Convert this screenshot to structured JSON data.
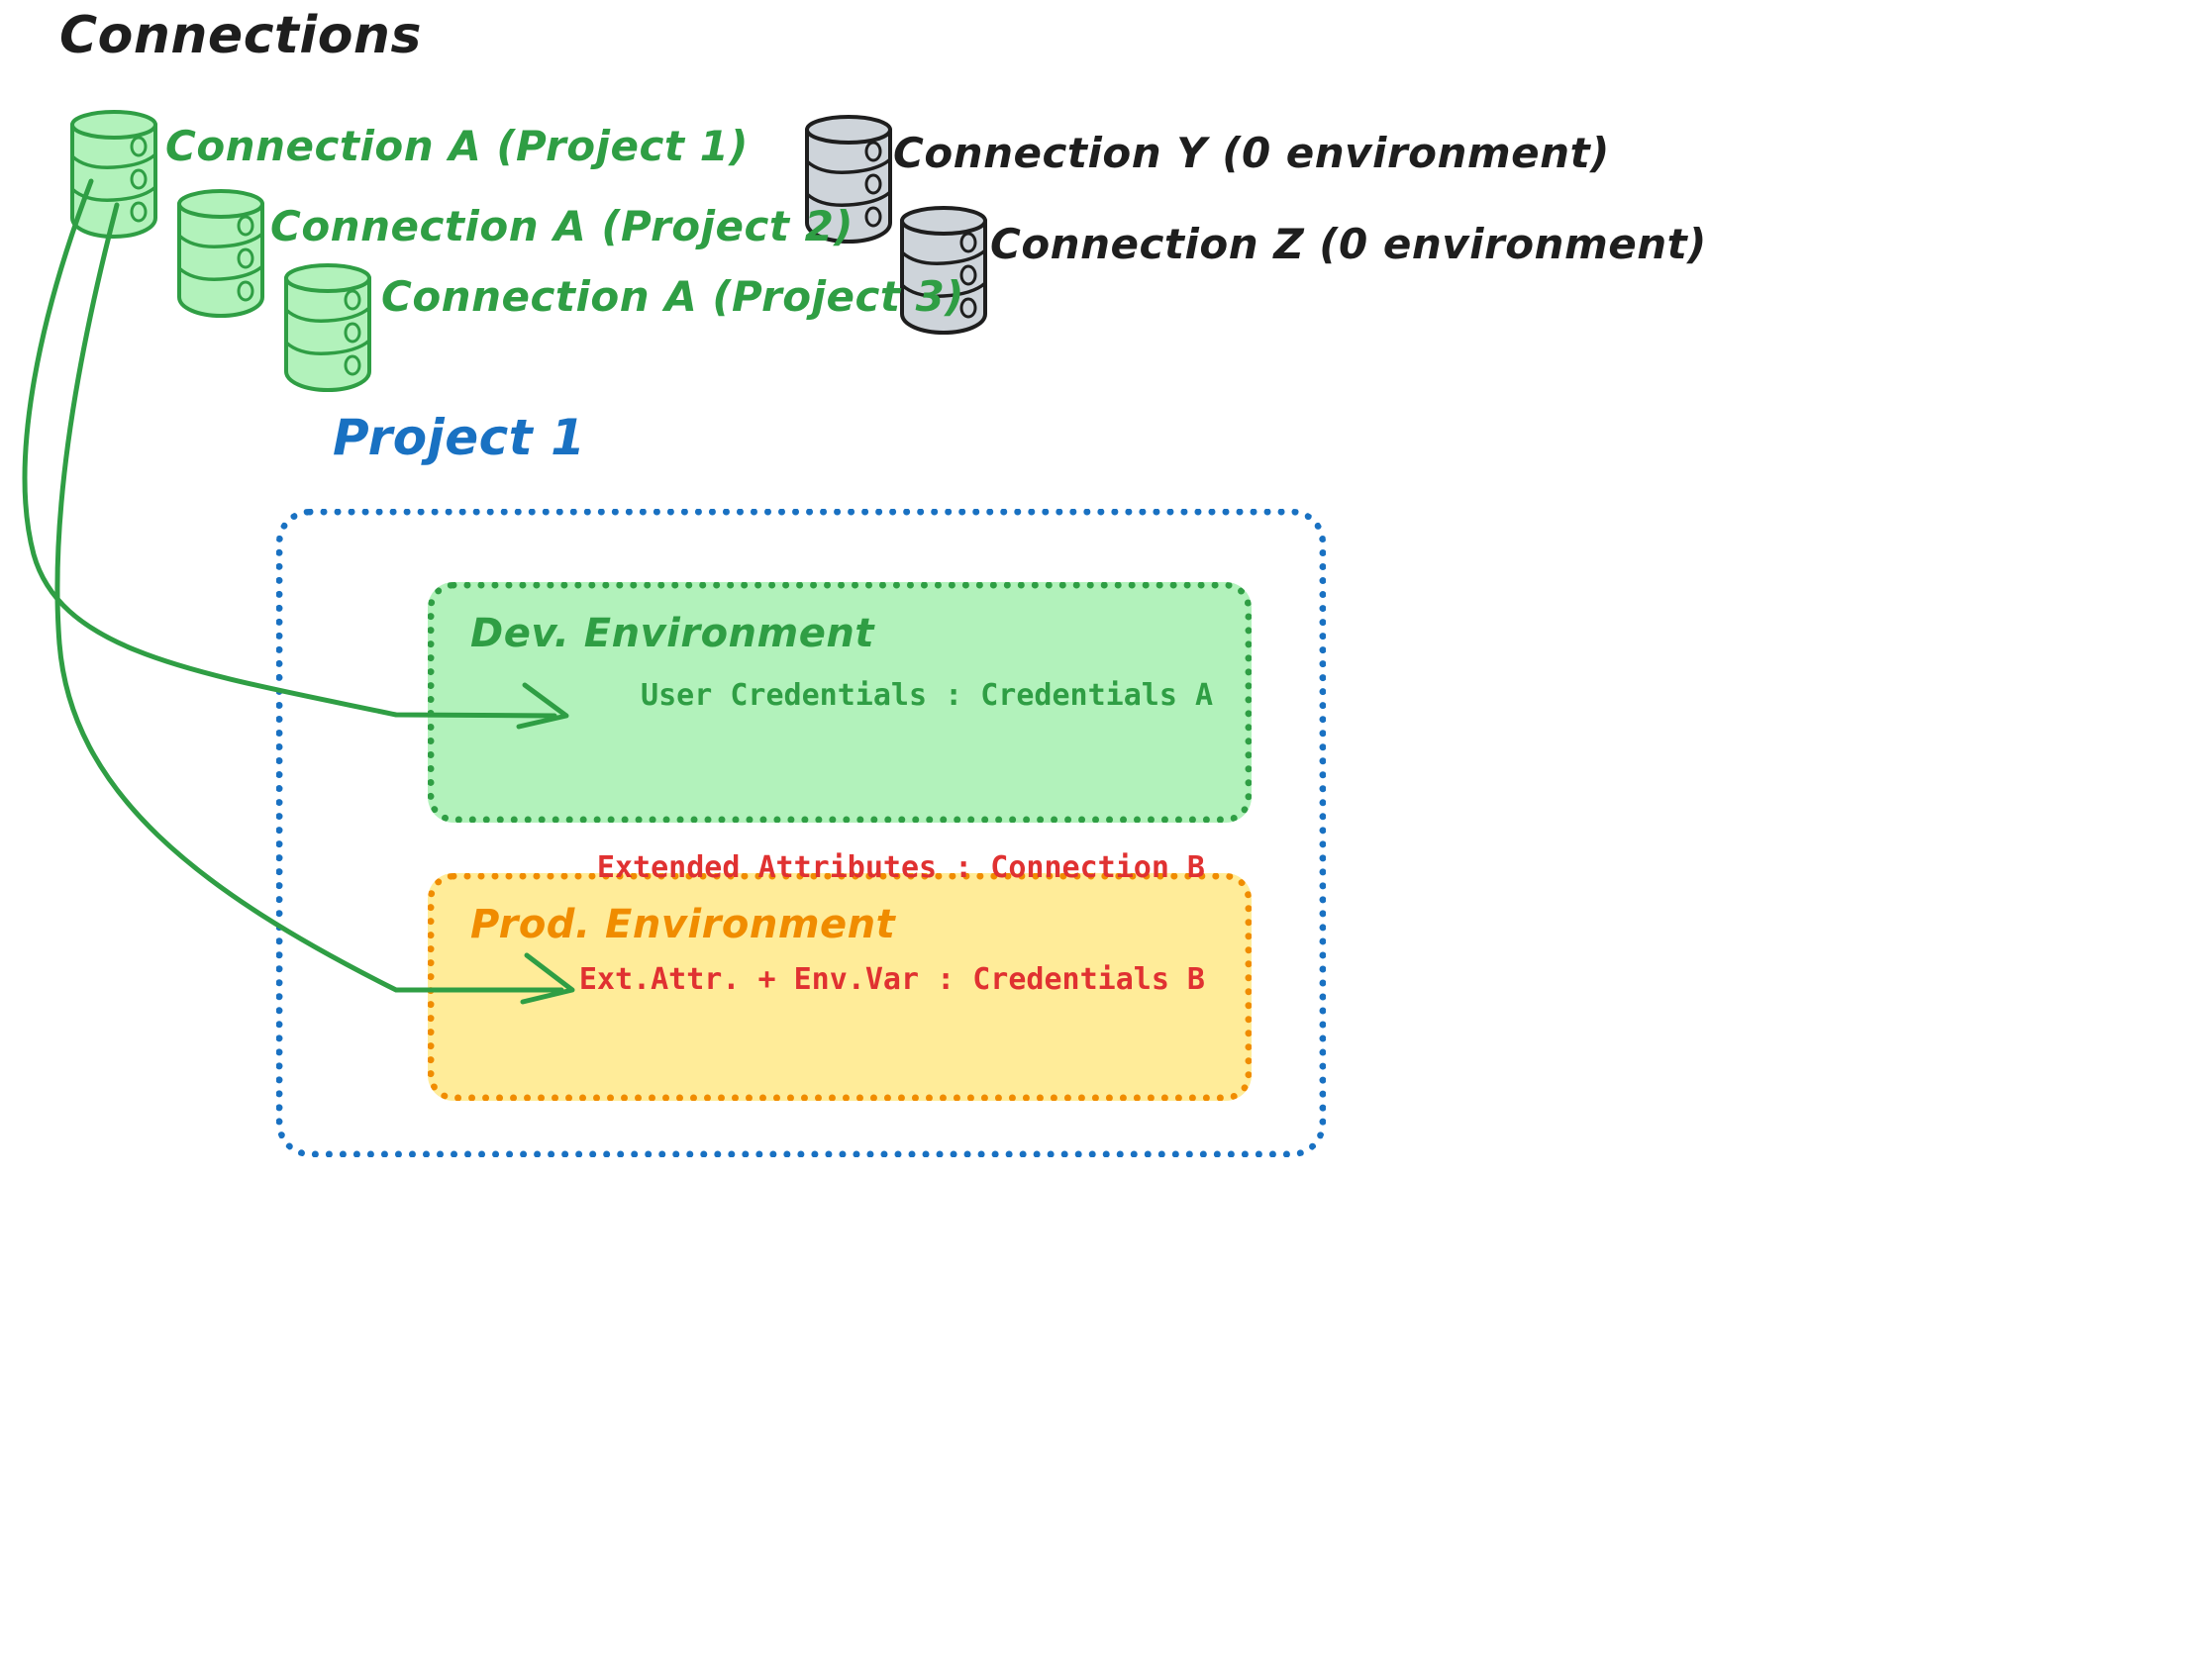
{
  "title": "Connections",
  "connections": [
    {
      "id": "conn-a-p1",
      "label": "Connection A (Project 1)",
      "color": "#2f9e44",
      "type": "green-database-icon"
    },
    {
      "id": "conn-a-p2",
      "label": "Connection A (Project 2)",
      "color": "#2f9e44",
      "type": "green-database-icon"
    },
    {
      "id": "conn-a-p3",
      "label": "Connection A (Project 3)",
      "color": "#2f9e44",
      "type": "green-database-icon"
    },
    {
      "id": "conn-y",
      "label": "Connection Y (0 environment)",
      "color": "#1e1e1e",
      "type": "gray-database-icon"
    },
    {
      "id": "conn-z",
      "label": "Connection Z (0 environment)",
      "color": "#1e1e1e",
      "type": "gray-database-icon"
    }
  ],
  "project": {
    "title": "Project 1",
    "border_color": "#1971c2",
    "environments": [
      {
        "id": "dev",
        "title": "Dev. Environment",
        "fill": "#b2f2bb",
        "stroke": "#2f9e44",
        "title_color": "#2f9e44",
        "body_color": "#2f9e44",
        "lines": [
          "User Credentials : Credentials A"
        ]
      },
      {
        "id": "prod",
        "title": "Prod. Environment",
        "fill": "#ffec99",
        "stroke": "#f08c00",
        "title_color": "#f08c00",
        "body_color": "#e03131",
        "lines": [
          "Extended Attributes : Connection B",
          "Ext.Attr. + Env.Var : Credentials B"
        ]
      }
    ]
  },
  "arrows": [
    {
      "id": "arrow-to-dev",
      "from": "conn-a-p1",
      "to": "dev",
      "color": "#2f9e44"
    },
    {
      "id": "arrow-to-prod",
      "from": "conn-a-p1",
      "to": "prod",
      "color": "#2f9e44"
    }
  ],
  "colors": {
    "green_stroke": "#2f9e44",
    "green_fill": "#b2f2bb",
    "orange_stroke": "#f08c00",
    "yellow_fill": "#ffec99",
    "blue_stroke": "#1971c2",
    "red_text": "#e03131",
    "gray_fill": "#ced4da",
    "black_stroke": "#1e1e1e"
  }
}
